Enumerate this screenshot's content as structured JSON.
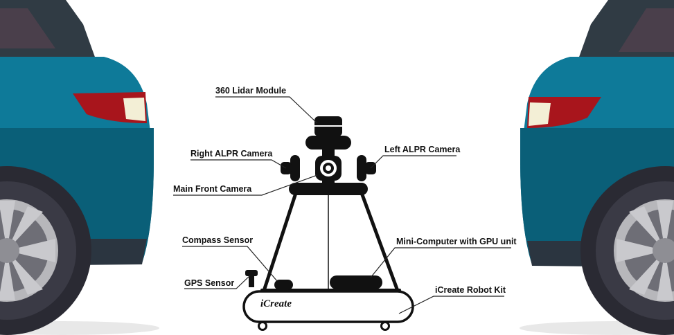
{
  "labels": {
    "lidar": "360 Lidar Module",
    "right_alpr": "Right ALPR Camera",
    "left_alpr": "Left ALPR Camera",
    "main_front": "Main Front Camera",
    "compass": "Compass Sensor",
    "gps": "GPS Sensor",
    "mini_computer": "Mini-Computer with GPU unit",
    "icreate_kit": "iCreate Robot Kit"
  },
  "robot": {
    "brand_text": "iCreate"
  },
  "colors": {
    "car_body": "#0e7a99",
    "car_body_dark": "#0a5f78",
    "car_roof": "#303b44",
    "taillight": "#a8151c",
    "taillight_lens": "#f3efd6",
    "tire": "#3a3a45",
    "rim": "#b7b7bb",
    "robot_stroke": "#111111"
  }
}
